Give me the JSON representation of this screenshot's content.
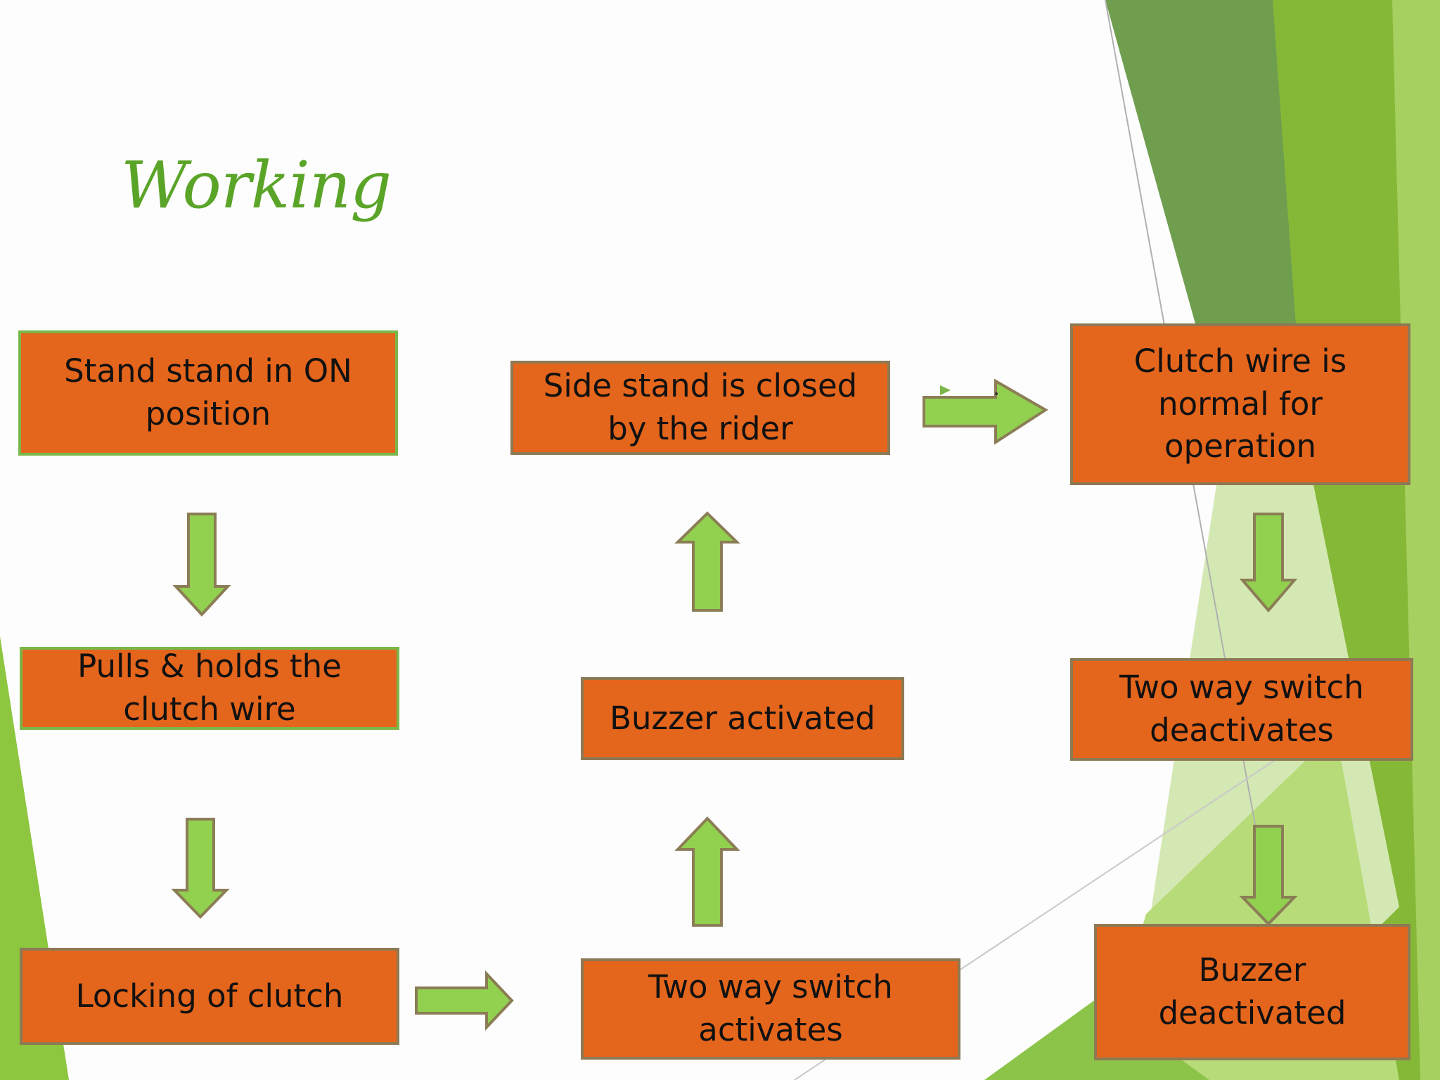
{
  "slide": {
    "title": "Working"
  },
  "diagram": {
    "nodes": {
      "stand_on": "Stand stand in ON position",
      "pulls_holds": "Pulls  & holds the clutch wire",
      "locking_clutch": "Locking of clutch",
      "two_way_activates": "Two way switch activates",
      "buzzer_activated": "Buzzer activated",
      "side_stand_closed": "Side stand is closed by the rider",
      "clutch_normal": "Clutch wire is normal for operation",
      "two_way_deactivates": "Two way switch deactivates",
      "buzzer_deactivated": "Buzzer deactivated"
    },
    "edges": [
      [
        "stand_on",
        "pulls_holds"
      ],
      [
        "pulls_holds",
        "locking_clutch"
      ],
      [
        "locking_clutch",
        "two_way_activates"
      ],
      [
        "two_way_activates",
        "buzzer_activated"
      ],
      [
        "buzzer_activated",
        "side_stand_closed"
      ],
      [
        "side_stand_closed",
        "clutch_normal"
      ],
      [
        "clutch_normal",
        "two_way_deactivates"
      ],
      [
        "two_way_deactivates",
        "buzzer_deactivated"
      ]
    ]
  },
  "colors": {
    "box_fill": "#e4651c",
    "arrow_fill": "#92d050",
    "title": "#5aa428",
    "accent_green": "#7ab648"
  }
}
